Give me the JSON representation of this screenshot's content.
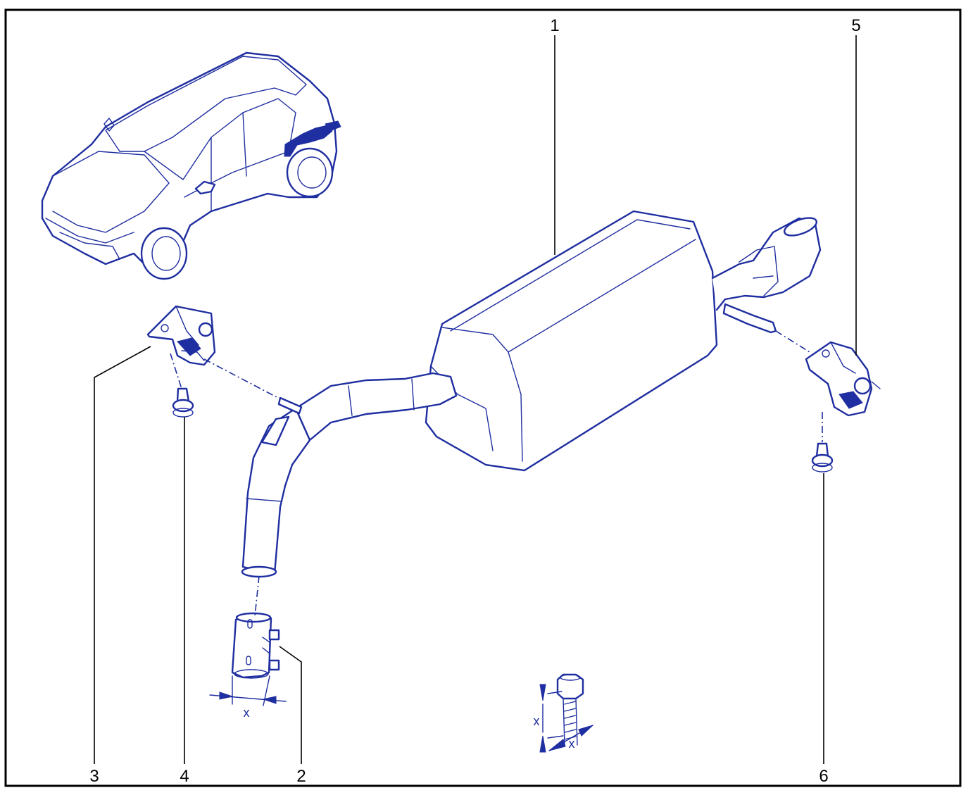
{
  "callouts": {
    "c1": "1",
    "c2": "2",
    "c3": "3",
    "c4": "4",
    "c5": "5",
    "c6": "6"
  },
  "dimensions": {
    "clamp_x": "x",
    "bolt_length_x": "x",
    "bolt_diameter_x": "x"
  },
  "colors": {
    "line_art": "#1f2ea0",
    "frame": "#000000"
  }
}
